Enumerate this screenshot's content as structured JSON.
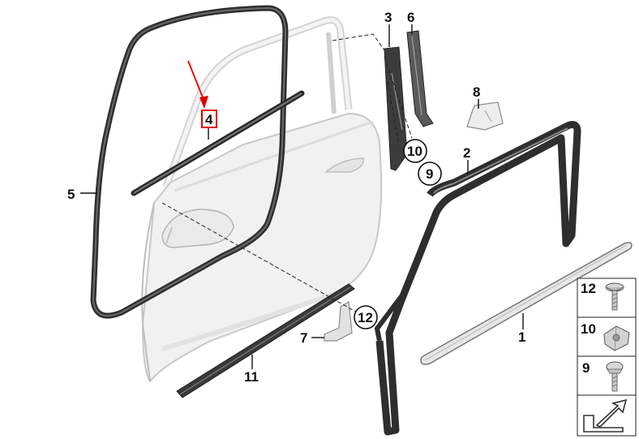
{
  "callouts": {
    "c1": "1",
    "c2": "2",
    "c3": "3",
    "c4": "4",
    "c5": "5",
    "c6": "6",
    "c7": "7",
    "c8": "8",
    "c9": "9",
    "c10": "10",
    "c11": "11",
    "c12": "12"
  },
  "fastener_panel": {
    "rows": [
      {
        "label": "12",
        "icon": "screw-flat-head-icon"
      },
      {
        "label": "10",
        "icon": "clip-nut-icon"
      },
      {
        "label": "9",
        "icon": "screw-round-head-icon"
      },
      {
        "label": "",
        "icon": "arrow-symbol-icon"
      }
    ]
  },
  "colors": {
    "highlight": "#e00000",
    "seal_dark": "#3a3a3a",
    "door_panel": "#f1f1f1",
    "door_edge": "#c8c8c8"
  }
}
